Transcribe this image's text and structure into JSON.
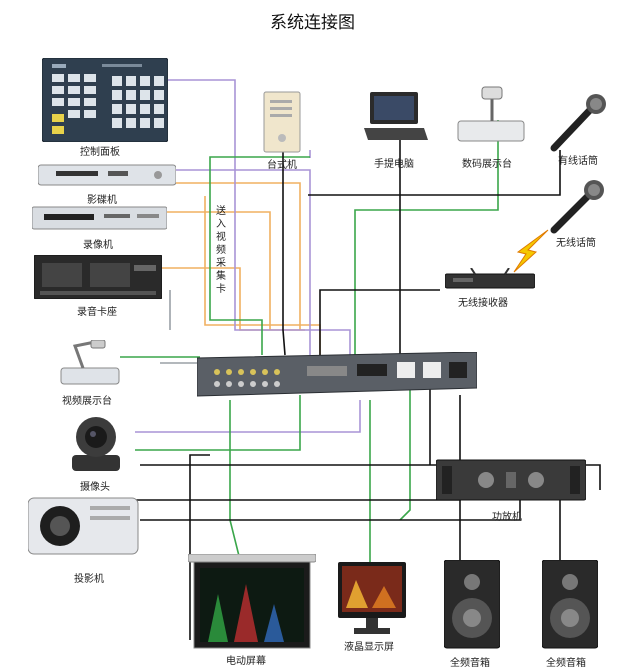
{
  "title": "系统连接图",
  "labels": {
    "control_panel": "控制面板",
    "dvd_player": "影碟机",
    "vcr": "录像机",
    "cassette_deck": "录音卡座",
    "visualizer_left": "视频展示台",
    "camera": "摄像头",
    "projector": "投影机",
    "desktop_pc": "台式机",
    "laptop": "手提电脑",
    "digital_visualizer": "数码展示台",
    "wired_mic": "有线话筒",
    "wireless_mic": "无线话筒",
    "wireless_receiver": "无线接收器",
    "amplifier": "功放机",
    "motorized_screen": "电动屏幕",
    "lcd_monitor": "液晶显示屏",
    "speaker_left": "全频音箱",
    "speaker_right": "全频音箱",
    "capture_card_note": "送入视频采集卡"
  },
  "colors": {
    "wire_black": "#111111",
    "wire_green": "#3aa64a",
    "wire_orange": "#f0b060",
    "wire_purple": "#a894d6",
    "wire_gray": "#9aa0a6"
  }
}
